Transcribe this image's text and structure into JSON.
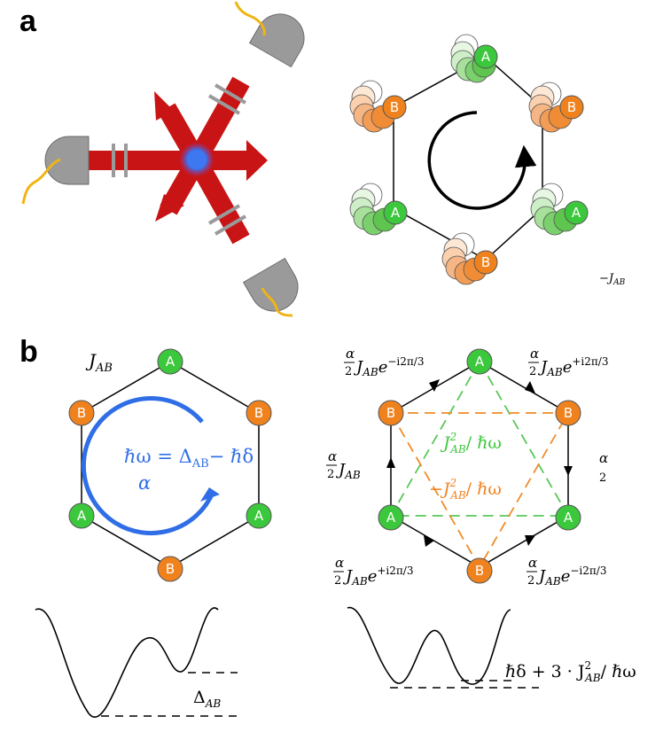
{
  "panels": {
    "a": "a",
    "b": "b"
  },
  "nodes": {
    "a": "A",
    "b": "B"
  },
  "labels": {
    "neg_j_a": "−J",
    "ab_sub": "AB",
    "j_b": "J",
    "hbar_omega_eq": "ℏω = Δ",
    "minus_hbar_delta": "− ℏδ",
    "alpha": "α",
    "alpha_over_2": "α",
    "two": "2",
    "j2": "J",
    "sup2": "2",
    "over_hbar_omega": "/ ℏω",
    "minus_j2": "−J",
    "e": "e",
    "exp_neg": "−i2π/3",
    "exp_pos": "+i2π/3",
    "delta_ab": "Δ",
    "hbar_delta_expr": "ℏδ + 3 · J",
    "colors": {
      "green": "#3cc83c",
      "orange": "#f0821e",
      "blue": "#2f6ee6",
      "green_dash": "#58c858",
      "orange_dash": "#f08c28",
      "laser_red": "#c81414",
      "detector_gray": "#9a9a9a",
      "fiber_yellow": "#f0b414"
    }
  }
}
